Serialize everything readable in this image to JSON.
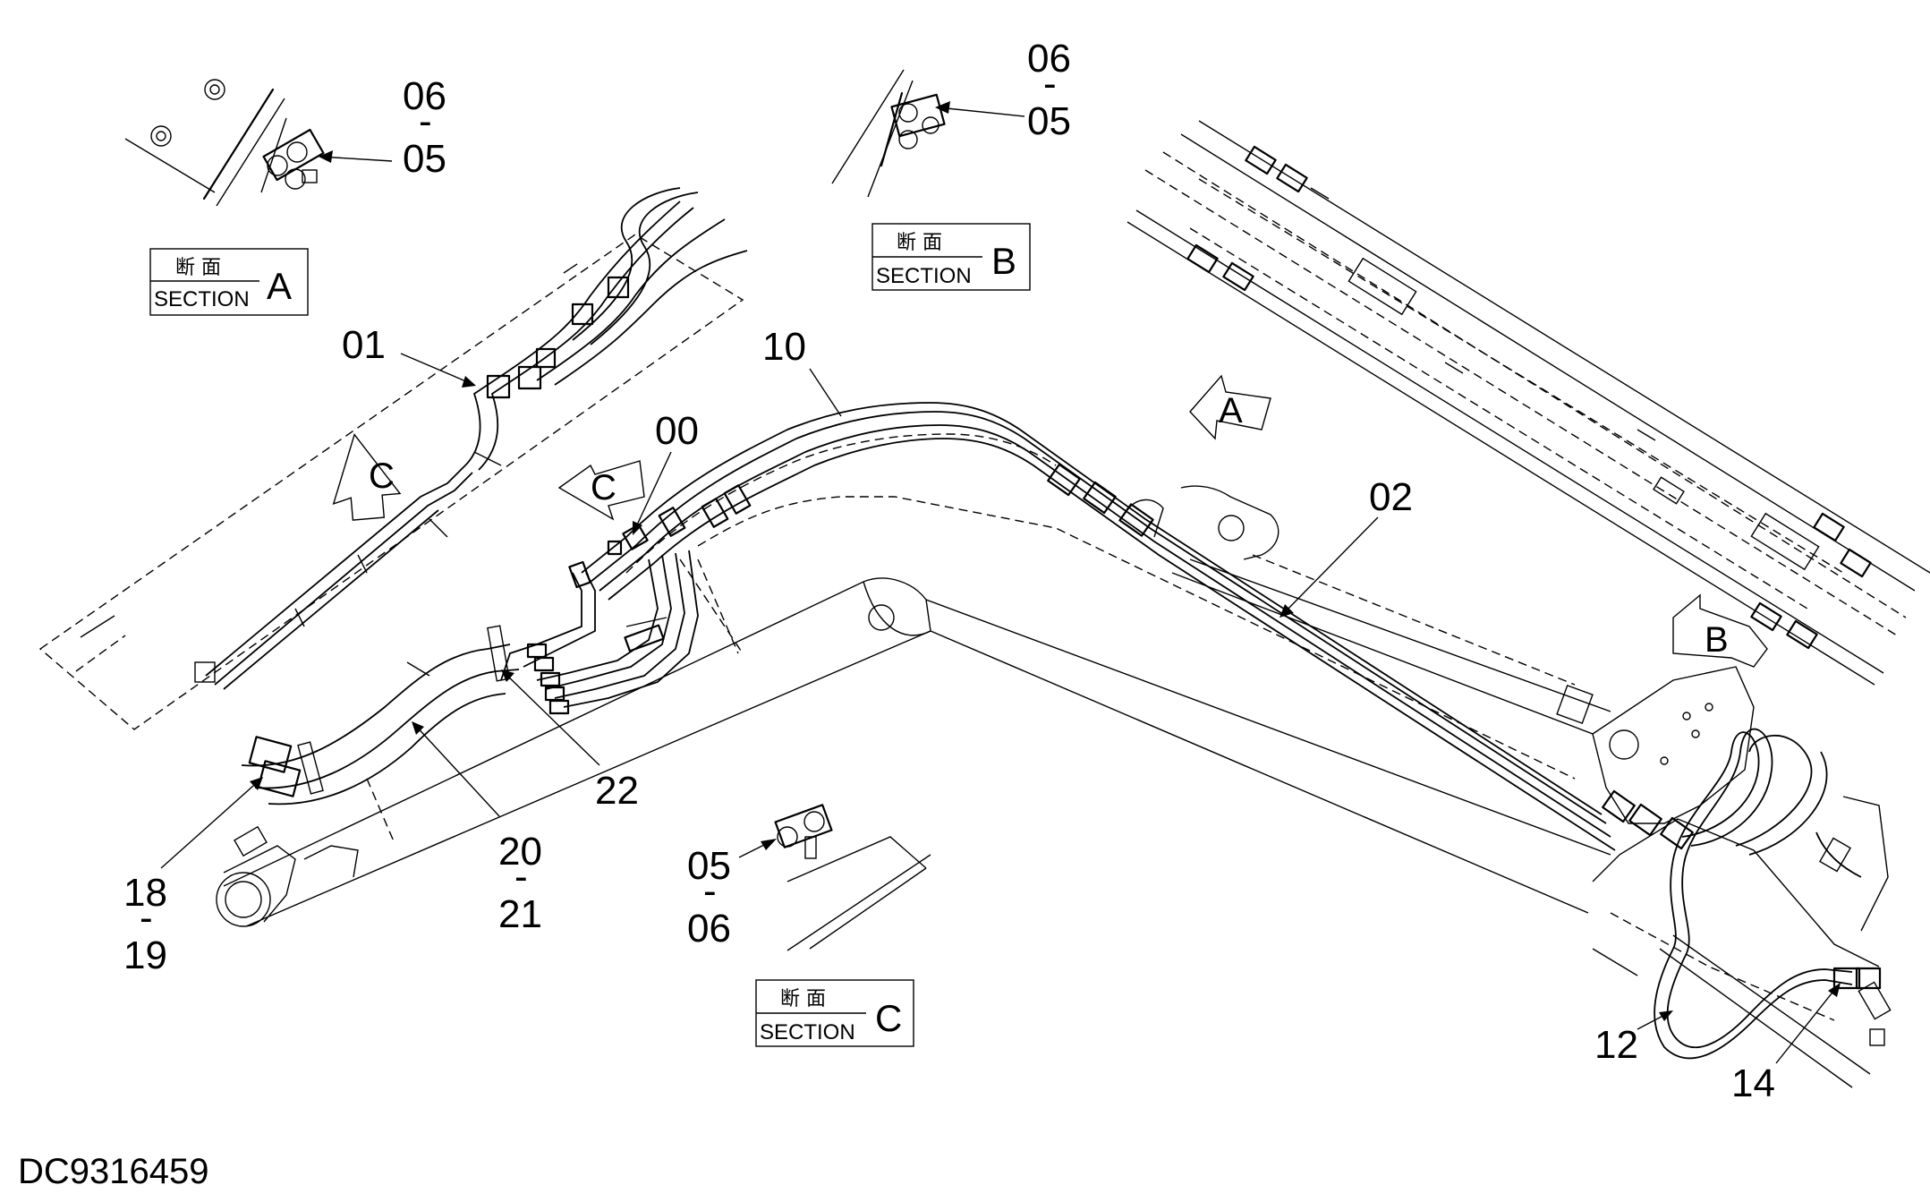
{
  "drawing_id": "DC9316459",
  "part_labels": {
    "p00": "00",
    "p01": "01",
    "p02": "02",
    "p10": "10",
    "p12": "12",
    "p14": "14",
    "p22": "22",
    "p18": "18",
    "p19": "19",
    "p20": "20",
    "p21": "21",
    "secA_top": "06",
    "secA_bot": "05",
    "secB_top": "06",
    "secB_bot": "05",
    "secC_top": "05",
    "secC_bot": "06"
  },
  "range_dash": "-",
  "sections": {
    "A": {
      "jp": "断 面",
      "en": "SECTION",
      "letter": "A"
    },
    "B": {
      "jp": "断 面",
      "en": "SECTION",
      "letter": "B"
    },
    "C": {
      "jp": "断 面",
      "en": "SECTION",
      "letter": "C"
    }
  },
  "view_arrows": {
    "A": "A",
    "B": "B",
    "C1": "C",
    "C2": "C"
  }
}
